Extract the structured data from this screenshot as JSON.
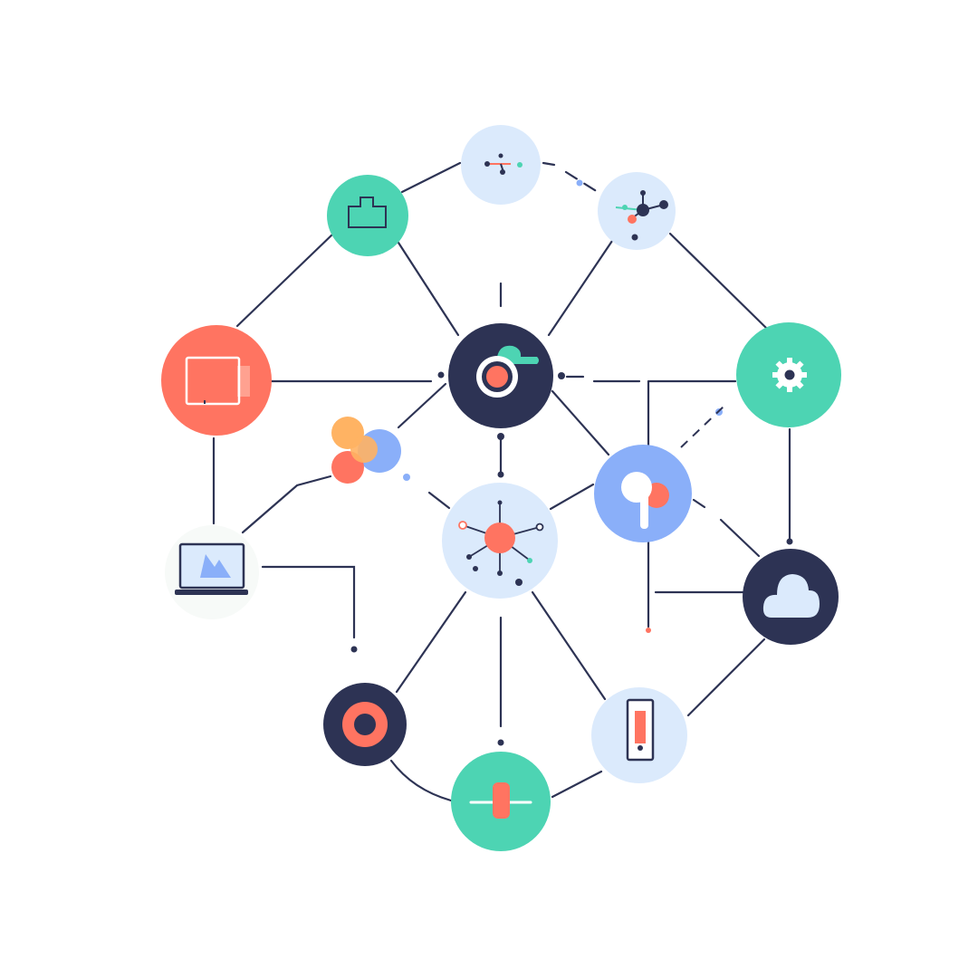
{
  "colors": {
    "navy": "#2d3354",
    "teal": "#4dd4b3",
    "coral": "#ff7461",
    "light_blue": "#dbeafc",
    "periwinkle": "#8aaff9",
    "orange": "#ffb363",
    "white": "#ffffff",
    "line": "#2d3354"
  },
  "nodes": [
    {
      "id": "molecule-top",
      "icon": "molecule-icon"
    },
    {
      "id": "briefcase",
      "icon": "briefcase-icon"
    },
    {
      "id": "network-top-right",
      "icon": "network-icon"
    },
    {
      "id": "document",
      "icon": "document-icon"
    },
    {
      "id": "center-hub",
      "icon": "eye-icon"
    },
    {
      "id": "settings",
      "icon": "gear-icon"
    },
    {
      "id": "venn-cluster",
      "icon": "cluster-icon"
    },
    {
      "id": "location",
      "icon": "pin-icon"
    },
    {
      "id": "central-network",
      "icon": "hub-icon"
    },
    {
      "id": "laptop",
      "icon": "laptop-icon"
    },
    {
      "id": "cloud",
      "icon": "cloud-icon"
    },
    {
      "id": "ring",
      "icon": "ring-icon"
    },
    {
      "id": "mobile",
      "icon": "phone-icon"
    },
    {
      "id": "slider",
      "icon": "slider-icon"
    }
  ]
}
